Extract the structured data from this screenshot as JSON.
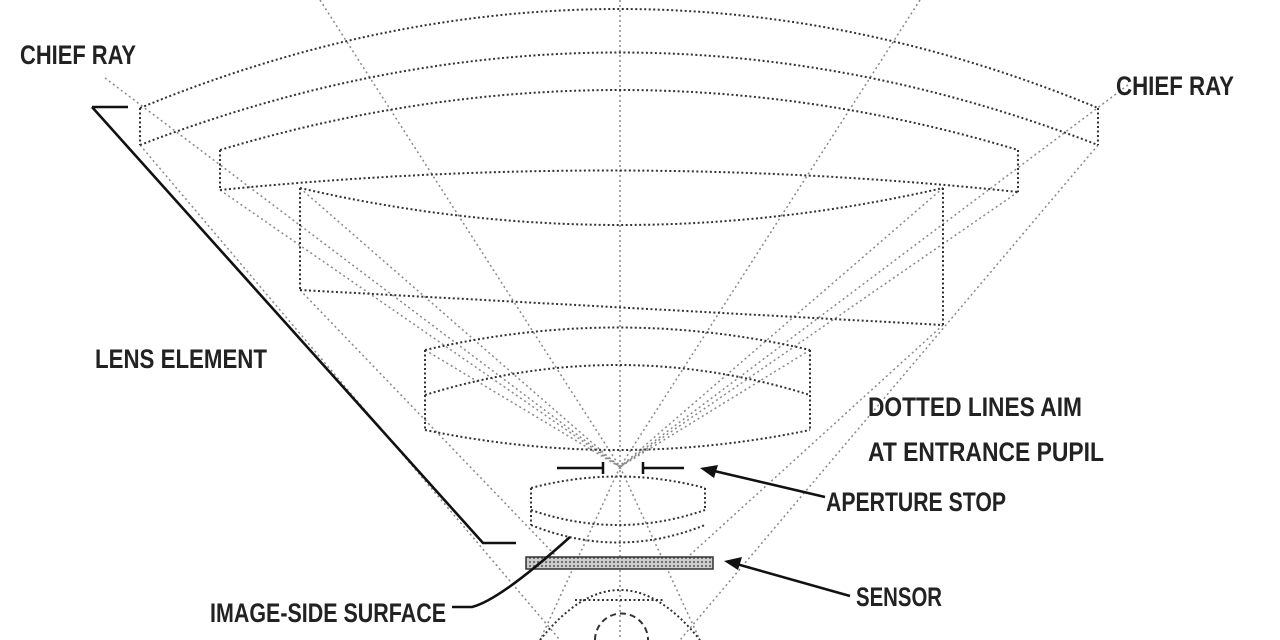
{
  "labels": {
    "chief_ray_left": "CHIEF RAY",
    "chief_ray_right": "CHIEF RAY",
    "lens_element": "LENS ELEMENT",
    "dotted_note_line1": "DOTTED LINES AIM",
    "dotted_note_line2": "AT ENTRANCE PUPIL",
    "aperture_stop": "APERTURE STOP",
    "sensor": "SENSOR",
    "image_side_surface": "IMAGE-SIDE SURFACE"
  }
}
